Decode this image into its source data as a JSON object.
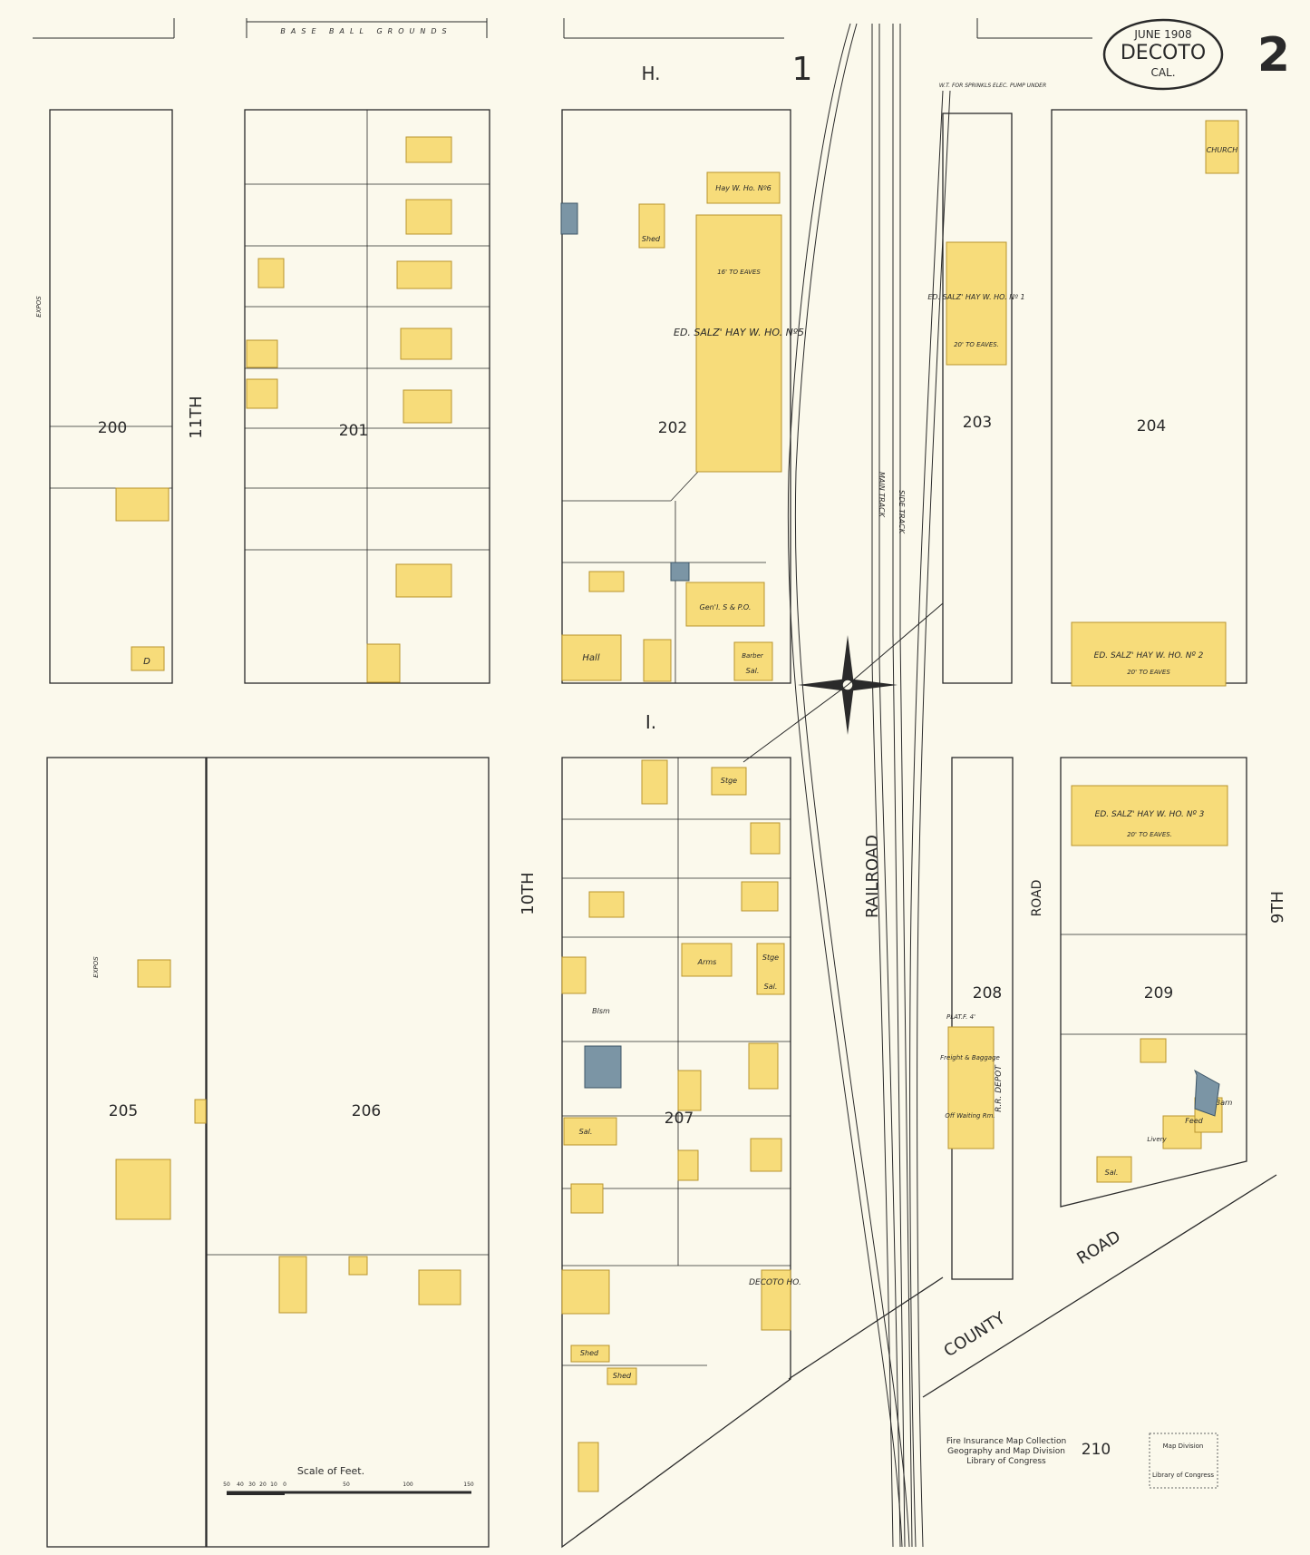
{
  "header": {
    "date": "JUNE 1908",
    "town": "DECOTO",
    "state": "CAL.",
    "sheet_number": "2"
  },
  "streets": {
    "h": "H.",
    "i": "I.",
    "eleventh": "11TH",
    "tenth": "10TH",
    "ninth": "9TH",
    "railroad": "RAILROAD",
    "road": "ROAD",
    "county_road": "COUNTY",
    "county_road_2": "ROAD",
    "top_one": "1",
    "baseball": "BASE BALL GROUNDS"
  },
  "blocks": [
    "200",
    "201",
    "202",
    "203",
    "204",
    "205",
    "206",
    "207",
    "208",
    "209",
    "210"
  ],
  "buildings": {
    "hay_wh_5": "ED. SALZ' HAY W. HO. Nº5",
    "hay_wh_5_eaves": "16' TO EAVES",
    "hay_wh_6": "Hay W. Ho. Nº6",
    "hay_wh_1": "ED. SALZ' HAY W. HO. Nº 1",
    "hay_wh_1_eaves": "20' TO EAVES.",
    "hay_wh_2": "ED. SALZ' HAY W. HO. Nº 2",
    "hay_wh_2_eaves": "20' TO EAVES",
    "hay_wh_3": "ED. SALZ' HAY W. HO. Nº 3",
    "hay_wh_3_eaves": "20' TO EAVES.",
    "church": "CHURCH",
    "gen_store": "Gen'l. S & P.O.",
    "hall": "Hall",
    "barber": "Barber",
    "sal": "Sal.",
    "shed": "Shed",
    "stge": "Stge",
    "arms": "Arms",
    "blsm": "Blsm",
    "decoto_ho": "DECOTO HO.",
    "depot": "R.R. DEPOT",
    "freight": "Freight & Baggage",
    "waiting": "Off Waiting Rm.",
    "platform": "PLAT.F. 4'",
    "feed": "Feed",
    "livery": "Livery",
    "barn": "Barn",
    "dwelling": "D",
    "expos_1": "EXPOS",
    "expos_2": "EXPOS",
    "wt_note": "W.T. FOR SPRINKLS ELEC. PUMP UNDER",
    "side_track": "SIDE TRACK",
    "main_track": "MAIN TRACK"
  },
  "scale": {
    "title": "Scale of Feet.",
    "ticks": [
      "50",
      "40",
      "30",
      "20",
      "10",
      "0",
      "50",
      "100",
      "150"
    ]
  },
  "stamps": {
    "collection_1": "Fire Insurance Map Collection",
    "collection_2": "Geography and Map Division",
    "collection_3": "Library of Congress",
    "map_division": "Map Division",
    "loc": "Library of Congress"
  },
  "colors": {
    "paper": "#fbf9ec",
    "frame": "#f7dc7a",
    "frame_stroke": "#b8952e",
    "stone": "#7b95a5",
    "ink": "#2a2a2a",
    "stamp_red": "#b5334a"
  }
}
